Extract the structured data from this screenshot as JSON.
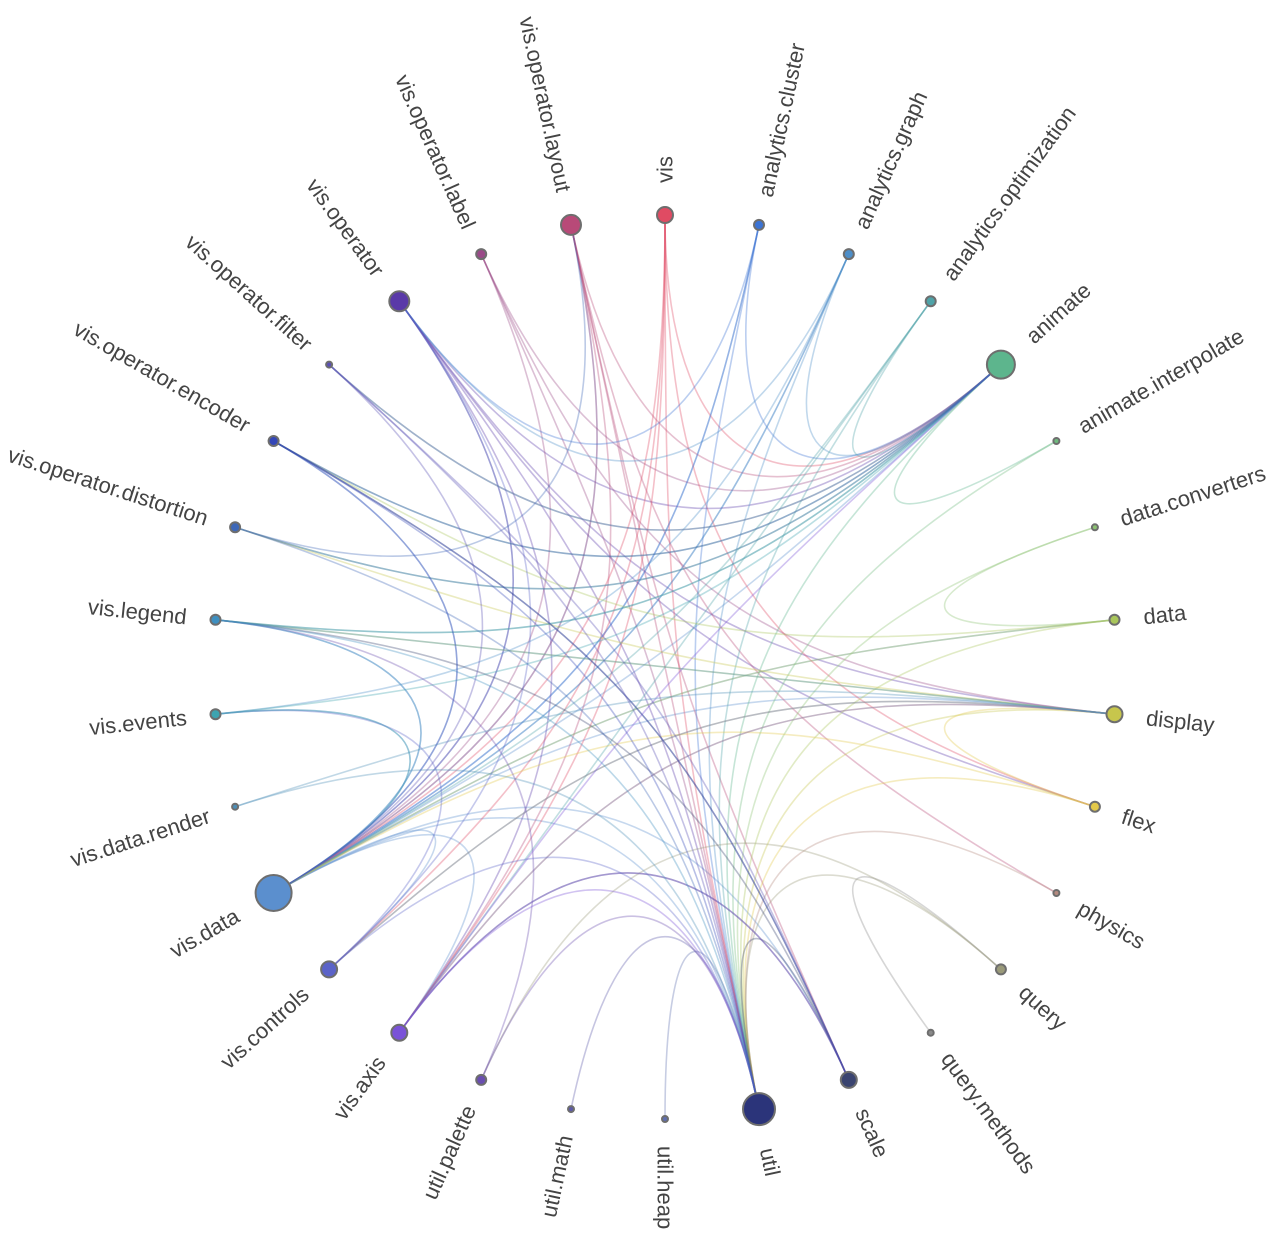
{
  "diagram": {
    "type": "hierarchical-edge-bundling",
    "nodes": [
      {
        "id": "vis",
        "label": "vis",
        "color": "#e04b63",
        "size": 2
      },
      {
        "id": "analytics.cluster",
        "label": "analytics.cluster",
        "color": "#3b73d4",
        "size": 1
      },
      {
        "id": "analytics.graph",
        "label": "analytics.graph",
        "color": "#4d8ec8",
        "size": 1
      },
      {
        "id": "analytics.optimization",
        "label": "analytics.optimization",
        "color": "#4fa3a8",
        "size": 1
      },
      {
        "id": "animate",
        "label": "animate",
        "color": "#5db58d",
        "size": 4
      },
      {
        "id": "animate.interpolate",
        "label": "animate.interpolate",
        "color": "#6fba7e",
        "size": 0
      },
      {
        "id": "data.converters",
        "label": "data.converters",
        "color": "#8cc272",
        "size": 0
      },
      {
        "id": "data",
        "label": "data",
        "color": "#a9c65b",
        "size": 1
      },
      {
        "id": "display",
        "label": "display",
        "color": "#c7c64c",
        "size": 2
      },
      {
        "id": "flex",
        "label": "flex",
        "color": "#e3c94a",
        "size": 1
      },
      {
        "id": "physics",
        "label": "physics",
        "color": "#b58a7f",
        "size": 0
      },
      {
        "id": "query",
        "label": "query",
        "color": "#9a9a7a",
        "size": 1
      },
      {
        "id": "query.methods",
        "label": "query.methods",
        "color": "#8a8a8a",
        "size": 0
      },
      {
        "id": "scale",
        "label": "scale",
        "color": "#3a4470",
        "size": 2
      },
      {
        "id": "util",
        "label": "util",
        "color": "#2b347a",
        "size": 5
      },
      {
        "id": "util.heap",
        "label": "util.heap",
        "color": "#5f6fb0",
        "size": 0
      },
      {
        "id": "util.math",
        "label": "util.math",
        "color": "#5d5aa8",
        "size": 0
      },
      {
        "id": "util.palette",
        "label": "util.palette",
        "color": "#6a4eb0",
        "size": 1
      },
      {
        "id": "vis.axis",
        "label": "vis.axis",
        "color": "#7a52d8",
        "size": 2
      },
      {
        "id": "vis.controls",
        "label": "vis.controls",
        "color": "#5b63c8",
        "size": 2
      },
      {
        "id": "vis.data",
        "label": "vis.data",
        "color": "#5b8fce",
        "size": 6
      },
      {
        "id": "vis.data.render",
        "label": "vis.data.render",
        "color": "#4d8fb8",
        "size": 0
      },
      {
        "id": "vis.events",
        "label": "vis.events",
        "color": "#3ea4b0",
        "size": 1
      },
      {
        "id": "vis.legend",
        "label": "vis.legend",
        "color": "#3e8fc0",
        "size": 1
      },
      {
        "id": "vis.operator.distortion",
        "label": "vis.operator.distortion",
        "color": "#3e68b8",
        "size": 1
      },
      {
        "id": "vis.operator.encoder",
        "label": "vis.operator.encoder",
        "color": "#3447b8",
        "size": 1
      },
      {
        "id": "vis.operator.filter",
        "label": "vis.operator.filter",
        "color": "#5a4fb5",
        "size": 0
      },
      {
        "id": "vis.operator",
        "label": "vis.operator",
        "color": "#5a3aa8",
        "size": 3
      },
      {
        "id": "vis.operator.label",
        "label": "vis.operator.label",
        "color": "#9a4a88",
        "size": 1
      },
      {
        "id": "vis.operator.layout",
        "label": "vis.operator.layout",
        "color": "#b84a78",
        "size": 3
      }
    ],
    "links": [
      [
        "vis.data",
        "animate"
      ],
      [
        "vis.data",
        "util"
      ],
      [
        "vis.data",
        "display"
      ],
      [
        "vis.data",
        "vis.events"
      ],
      [
        "vis.data",
        "vis.legend"
      ],
      [
        "vis.data",
        "vis.operator"
      ],
      [
        "vis.data",
        "analytics.graph"
      ],
      [
        "vis.data",
        "scale"
      ],
      [
        "vis.data",
        "vis.operator.encoder"
      ],
      [
        "vis.data",
        "vis.axis"
      ],
      [
        "vis.data",
        "vis.controls"
      ],
      [
        "vis.data",
        "vis.operator.layout"
      ],
      [
        "vis.data",
        "analytics.cluster"
      ],
      [
        "vis.data",
        "data"
      ],
      [
        "vis.operator",
        "animate"
      ],
      [
        "vis.operator",
        "util"
      ],
      [
        "vis.operator",
        "vis.data"
      ],
      [
        "vis.operator",
        "display"
      ],
      [
        "vis.operator",
        "vis.axis"
      ],
      [
        "vis.operator",
        "flex"
      ],
      [
        "vis.operator.layout",
        "util"
      ],
      [
        "vis.operator.layout",
        "animate"
      ],
      [
        "vis.operator.layout",
        "vis.axis"
      ],
      [
        "vis.operator.layout",
        "scale"
      ],
      [
        "vis.operator.layout",
        "vis.data"
      ],
      [
        "vis.operator.layout",
        "physics"
      ],
      [
        "vis.operator.label",
        "util"
      ],
      [
        "vis.operator.label",
        "animate"
      ],
      [
        "vis.operator.label",
        "display"
      ],
      [
        "vis.operator.label",
        "vis.data"
      ],
      [
        "vis",
        "util"
      ],
      [
        "vis",
        "animate"
      ],
      [
        "vis",
        "vis.axis"
      ],
      [
        "vis",
        "vis.controls"
      ],
      [
        "vis",
        "vis.data"
      ],
      [
        "vis",
        "flex"
      ],
      [
        "analytics.cluster",
        "vis.data"
      ],
      [
        "analytics.cluster",
        "util"
      ],
      [
        "analytics.cluster",
        "animate"
      ],
      [
        "analytics.cluster",
        "vis.operator"
      ],
      [
        "analytics.graph",
        "vis.data"
      ],
      [
        "analytics.graph",
        "util"
      ],
      [
        "analytics.graph",
        "animate"
      ],
      [
        "analytics.graph",
        "vis.operator"
      ],
      [
        "analytics.graph",
        "vis.events"
      ],
      [
        "analytics.optimization",
        "vis.data"
      ],
      [
        "analytics.optimization",
        "util"
      ],
      [
        "analytics.optimization",
        "animate"
      ],
      [
        "analytics.optimization",
        "vis.axis"
      ],
      [
        "animate",
        "util"
      ],
      [
        "animate",
        "animate.interpolate"
      ],
      [
        "animate",
        "vis.operator.encoder"
      ],
      [
        "animate",
        "vis.operator.distortion"
      ],
      [
        "animate",
        "vis.operator.filter"
      ],
      [
        "animate",
        "vis.legend"
      ],
      [
        "animate.interpolate",
        "util"
      ],
      [
        "data.converters",
        "util"
      ],
      [
        "data.converters",
        "data"
      ],
      [
        "data",
        "util"
      ],
      [
        "data",
        "vis.data"
      ],
      [
        "data",
        "vis.operator.encoder"
      ],
      [
        "display",
        "util"
      ],
      [
        "display",
        "vis.legend"
      ],
      [
        "display",
        "vis.axis"
      ],
      [
        "display",
        "vis.controls"
      ],
      [
        "display",
        "vis.operator.distortion"
      ],
      [
        "flex",
        "vis.data"
      ],
      [
        "flex",
        "display"
      ],
      [
        "flex",
        "util"
      ],
      [
        "physics",
        "util"
      ],
      [
        "query",
        "util"
      ],
      [
        "query.methods",
        "query"
      ],
      [
        "query",
        "util.palette"
      ],
      [
        "scale",
        "util"
      ],
      [
        "scale",
        "vis.axis"
      ],
      [
        "scale",
        "vis.legend"
      ],
      [
        "scale",
        "vis.operator.encoder"
      ],
      [
        "util.heap",
        "util"
      ],
      [
        "util.math",
        "util"
      ],
      [
        "util.palette",
        "util"
      ],
      [
        "util.palette",
        "vis.legend"
      ],
      [
        "vis.axis",
        "util"
      ],
      [
        "vis.axis",
        "animate"
      ],
      [
        "vis.axis",
        "display"
      ],
      [
        "vis.axis",
        "scale"
      ],
      [
        "vis.controls",
        "util"
      ],
      [
        "vis.controls",
        "display"
      ],
      [
        "vis.controls",
        "vis.operator"
      ],
      [
        "vis.controls",
        "vis.events"
      ],
      [
        "vis.data.render",
        "util"
      ],
      [
        "vis.data.render",
        "display"
      ],
      [
        "vis.events",
        "vis.data"
      ],
      [
        "vis.events",
        "animate"
      ],
      [
        "vis.legend",
        "util"
      ],
      [
        "vis.legend",
        "display"
      ],
      [
        "vis.legend",
        "vis.data"
      ],
      [
        "vis.legend",
        "animate"
      ],
      [
        "vis.operator.distortion",
        "util"
      ],
      [
        "vis.operator.distortion",
        "vis.operator.layout"
      ],
      [
        "vis.operator.distortion",
        "animate"
      ],
      [
        "vis.operator.encoder",
        "util"
      ],
      [
        "vis.operator.encoder",
        "vis.data"
      ],
      [
        "vis.operator.encoder",
        "scale"
      ],
      [
        "vis.operator.encoder",
        "animate"
      ],
      [
        "vis.operator.filter",
        "util"
      ],
      [
        "vis.operator.filter",
        "vis.data"
      ],
      [
        "vis.operator.filter",
        "animate"
      ],
      [
        "vis.operator.filter",
        "scale"
      ]
    ]
  }
}
